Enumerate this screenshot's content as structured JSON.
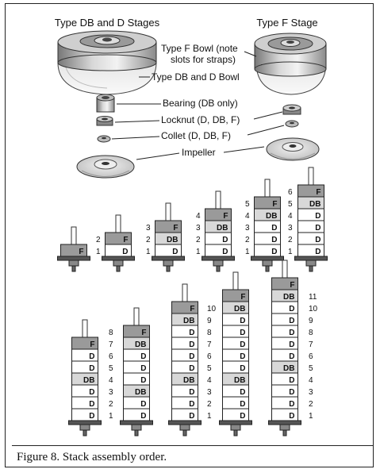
{
  "headings": {
    "left": "Type DB and D Stages",
    "right": "Type F Stage"
  },
  "callouts": {
    "f_bowl": [
      "Type F Bowl (note",
      "slots for straps)"
    ],
    "db_d_bowl": "Type DB and D Bowl",
    "bearing": "Bearing (DB only)",
    "locknut": "Locknut (D, DB, F)",
    "collet": "Collet (D, DB, F)",
    "impeller": "Impeller"
  },
  "caption": "Figure 8. Stack assembly order.",
  "colors": {
    "shaded": "#9a9a9a",
    "light": "#d8d8d8",
    "white": "#ffffff",
    "line": "#222222"
  },
  "stacks_top_row": [
    {
      "stages": [
        "F"
      ]
    },
    {
      "stages": [
        "D",
        "F"
      ],
      "numbers": [
        "1",
        "2"
      ]
    },
    {
      "stages": [
        "D",
        "DB",
        "F"
      ],
      "numbers": [
        "1",
        "2",
        "3"
      ]
    },
    {
      "stages": [
        "D",
        "D",
        "DB",
        "F"
      ],
      "numbers": [
        "1",
        "2",
        "3",
        "4"
      ]
    },
    {
      "stages": [
        "D",
        "D",
        "D",
        "DB",
        "F"
      ],
      "numbers": [
        "1",
        "2",
        "3",
        "4",
        "5"
      ]
    },
    {
      "stages": [
        "D",
        "D",
        "D",
        "D",
        "DB",
        "F"
      ],
      "numbers": [
        "1",
        "2",
        "3",
        "4",
        "5",
        "6"
      ]
    }
  ],
  "stacks_bottom_row": [
    {
      "stages": [
        "D",
        "D",
        "D",
        "DB",
        "D",
        "D",
        "F"
      ],
      "numbers": [
        "1",
        "2",
        "3",
        "4",
        "5",
        "6",
        "7",
        "8"
      ]
    },
    {
      "stages": [
        "D",
        "D",
        "DB",
        "D",
        "D",
        "D",
        "DB",
        "F"
      ]
    },
    {
      "stages": [
        "D",
        "D",
        "D",
        "DB",
        "D",
        "D",
        "D",
        "D",
        "DB",
        "F"
      ],
      "numbers": [
        "1",
        "2",
        "3",
        "4",
        "5",
        "6",
        "7",
        "8",
        "9",
        "10"
      ]
    },
    {
      "stages": [
        "D",
        "D",
        "D",
        "DB",
        "D",
        "D",
        "D",
        "D",
        "D",
        "DB",
        "F"
      ]
    },
    {
      "stages": [
        "D",
        "D",
        "D",
        "D",
        "DB",
        "D",
        "D",
        "D",
        "D",
        "D",
        "DB",
        "F"
      ],
      "numbers": [
        "1",
        "2",
        "3",
        "4",
        "5",
        "6",
        "7",
        "8",
        "9",
        "10",
        "11"
      ]
    }
  ]
}
